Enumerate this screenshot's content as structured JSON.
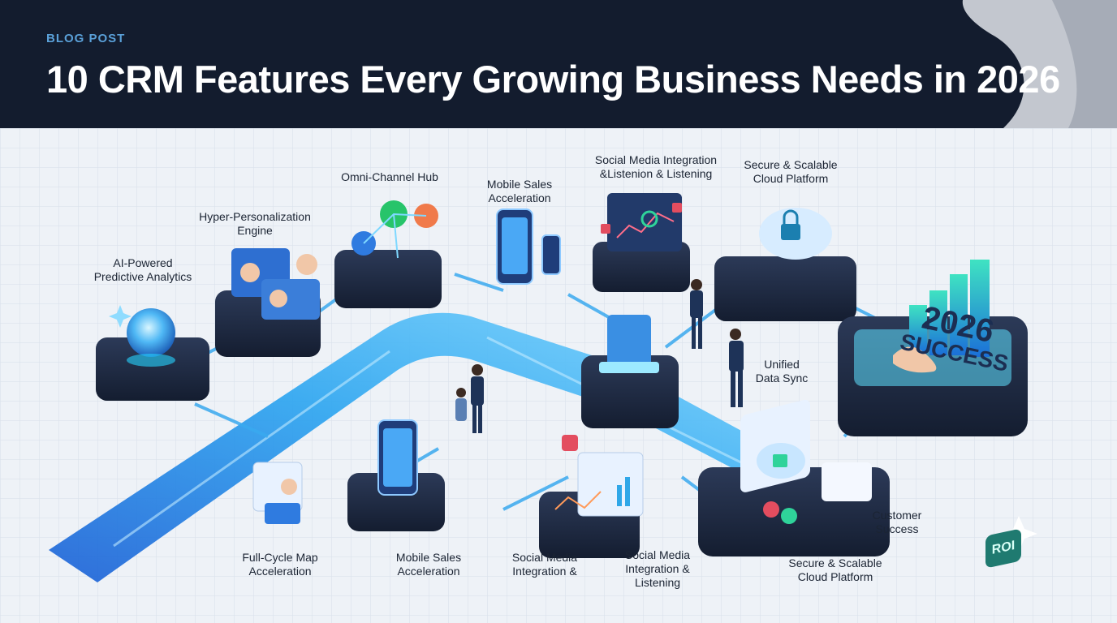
{
  "header": {
    "kicker": "BLOG POST",
    "title": "10 CRM Features Every Growing Business Needs in 2026"
  },
  "labels": {
    "ai_analytics": [
      "AI-Powered",
      "Predictive Analytics"
    ],
    "personalization": [
      "Hyper-Personalization",
      "Engine"
    ],
    "omni_channel": [
      "Omni-Channel Hub"
    ],
    "mobile_top": [
      "Mobile Sales",
      "Acceleration"
    ],
    "social_top": [
      "Social Media Integration",
      "&Listenion & Listening"
    ],
    "cloud_top": [
      "Secure & Scalable",
      "Cloud Platform"
    ],
    "unified_sync": [
      "Unified",
      "Data Sync"
    ],
    "full_cycle": [
      "Full-Cycle Map",
      "Acceleration"
    ],
    "mobile_bottom": [
      "Mobile Sales",
      "Acceleration"
    ],
    "social_bottom_a": [
      "Social Media",
      "Integration &"
    ],
    "social_bottom_b": [
      "Social Media",
      "Integration &",
      "Listening"
    ],
    "customer_success": [
      "Customer",
      "Success"
    ],
    "cloud_bottom": [
      "Secure & Scalable",
      "Cloud Platform"
    ]
  },
  "success_badge": {
    "year": "2026",
    "word": "SUCCESS"
  },
  "roi_badge": "ROI",
  "colors": {
    "header_bg": "#131c2e",
    "accent_blue": "#2aa4f0",
    "platform_dark": "#1e2a44",
    "glow_cyan": "#5fe0ff",
    "success_green": "#2fd39a"
  },
  "icons": [
    "crystal-ball-icon",
    "profile-card-icon",
    "mail-icon",
    "whatsapp-icon",
    "chat-icon",
    "smartphone-icon",
    "dashboard-icon",
    "lock-cloud-icon",
    "handshake-icon",
    "bar-chart-icon",
    "server-stack-icon",
    "person-icon"
  ]
}
